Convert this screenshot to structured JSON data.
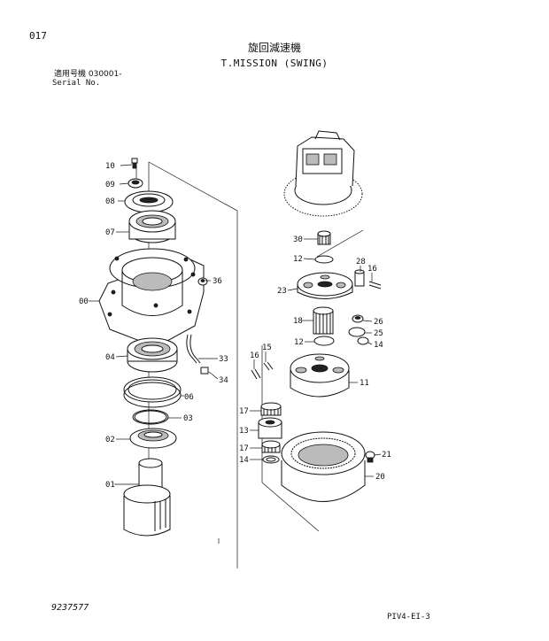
{
  "header": {
    "page_number": "017",
    "title_jp": "旋回減速機",
    "title_en": "T.MISSION (SWING)",
    "serial_label_jp": "適用号機 030001-",
    "serial_label_en": "Serial No."
  },
  "footer": {
    "drawing_code": "9237577",
    "ref_code": "PIV4-EI-3"
  },
  "callouts": {
    "c10": "10",
    "c09": "09",
    "c08": "08",
    "c07": "07",
    "c36": "36",
    "c00": "00",
    "c04": "04",
    "c33": "33",
    "c34": "34",
    "c06": "06",
    "c03": "03",
    "c02": "02",
    "c01": "01",
    "c30": "30",
    "c12a": "12",
    "c28": "28",
    "c16a": "16",
    "c23": "23",
    "c18": "18",
    "c26": "26",
    "c25": "25",
    "c12b": "12",
    "c14": "14",
    "c16b": "16",
    "c15": "15",
    "c11": "11",
    "c17a": "17",
    "c13": "13",
    "c17b": "17",
    "c14b": "14",
    "c21": "21",
    "c20": "20"
  }
}
